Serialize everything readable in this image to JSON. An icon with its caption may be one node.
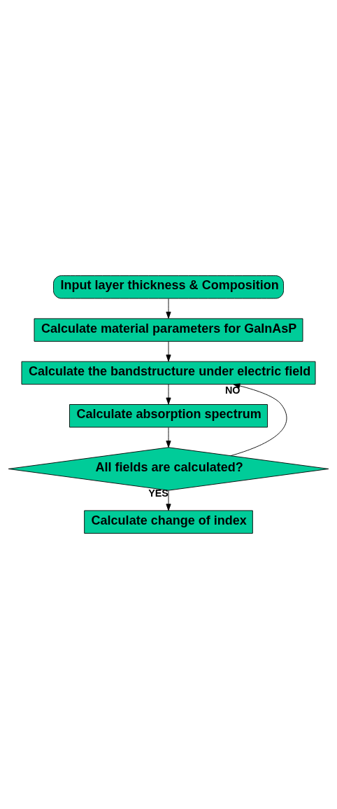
{
  "diagram": {
    "nodes": [
      {
        "text": [
          "Input layer thickness & Composition"
        ]
      },
      {
        "text": [
          "Calculate material parameters for GaInAsP"
        ]
      },
      {
        "text": [
          "Calculate the bandstructure under electric field"
        ]
      },
      {
        "text": [
          "Calculate absorption spectrum"
        ]
      },
      {
        "text": [
          "All fields are calculated?"
        ]
      },
      {
        "text": [
          "Calculate change of index"
        ]
      }
    ],
    "edges": [
      {
        "from": 0,
        "to": 1,
        "arrow": "to"
      },
      {
        "from": 1,
        "to": 2,
        "arrow": "to"
      },
      {
        "from": 2,
        "to": 3,
        "arrow": "to"
      },
      {
        "from": 3,
        "to": 4,
        "arrow": "to"
      },
      {
        "from": 4,
        "to": 2,
        "arrow": "to",
        "label": "NO"
      },
      {
        "from": 4,
        "to": 5,
        "arrow": "to",
        "label": "YES"
      }
    ]
  }
}
